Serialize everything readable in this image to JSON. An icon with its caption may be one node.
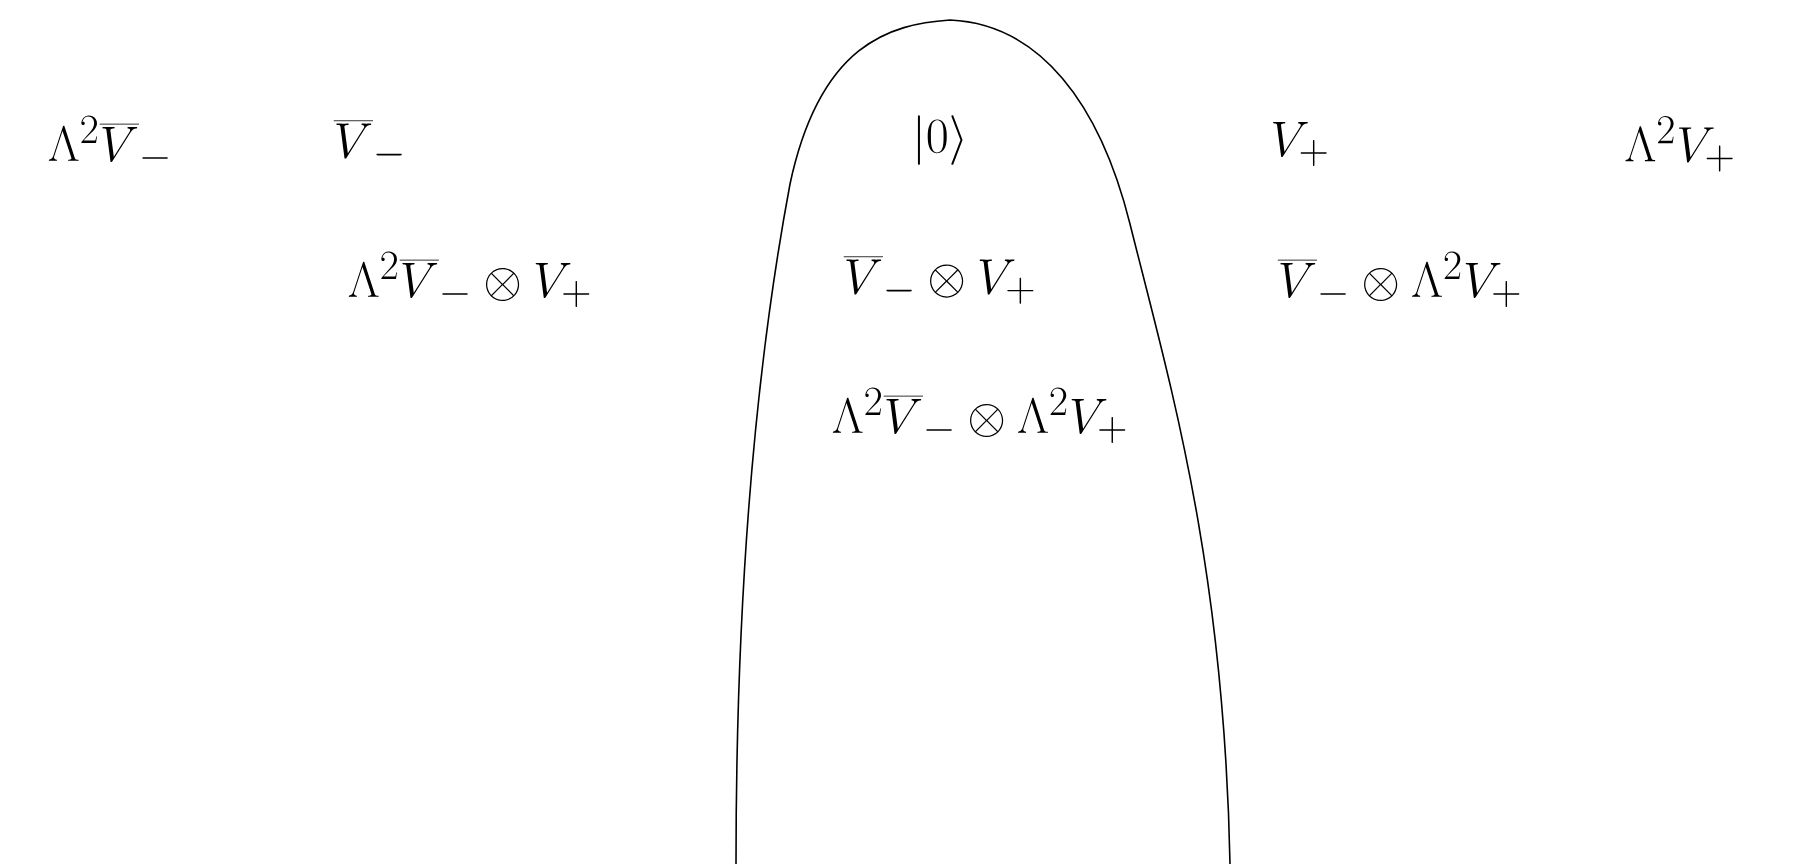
{
  "diagram": {
    "labels": [
      "\\Lambda^2 \\overline{V}_-",
      "\\overline{V}_-",
      "|0\\rangle",
      "V_+",
      "\\Lambda^2 V_+",
      "\\Lambda^2 \\overline{V}_- \\otimes V_+",
      "\\overline{V}_- \\otimes V_+",
      "\\overline{V}_- \\otimes \\Lambda^2 V_+",
      "\\Lambda^2 \\overline{V}_- \\otimes \\Lambda^2 V_+"
    ]
  }
}
